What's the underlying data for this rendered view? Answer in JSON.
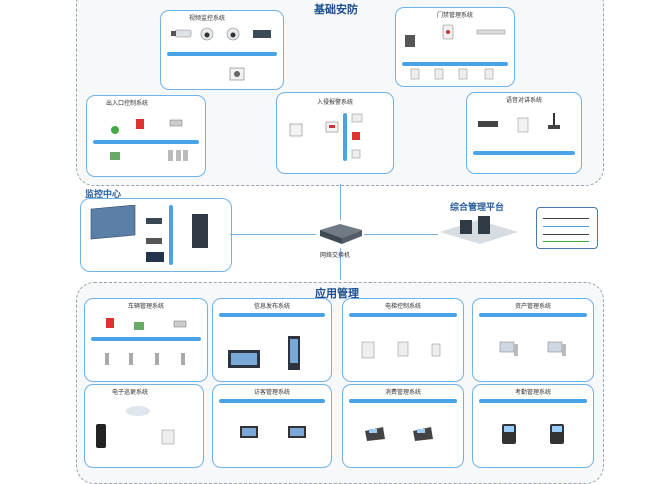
{
  "groups": {
    "security": {
      "title": "基础安防"
    },
    "application": {
      "title": "应用管理"
    }
  },
  "middle": {
    "monitor_center": "监控中心",
    "platform": "综合管理平台",
    "switch_label": "网络交换机"
  },
  "boxes": {
    "video": {
      "title": "视频监控系统"
    },
    "door": {
      "title": "门禁管理系统"
    },
    "entrance": {
      "title": "出入口控制系统"
    },
    "alarm": {
      "title": "入侵报警系统"
    },
    "audio": {
      "title": "语音对讲系统"
    },
    "vehicle": {
      "title": "车辆管理系统"
    },
    "info": {
      "title": "信息发布系统"
    },
    "elevator": {
      "title": "电梯控制系统"
    },
    "asset": {
      "title": "资产管理系统"
    },
    "patrol": {
      "title": "电子巡更系统"
    },
    "visitor": {
      "title": "访客管理系统"
    },
    "consume": {
      "title": "消费管理系统"
    },
    "attendance": {
      "title": "考勤管理系统"
    }
  },
  "icons": {
    "camera": "camera-icon",
    "server": "server-icon",
    "switch": "network-switch-icon",
    "monitor": "monitor-icon",
    "card_reader": "card-reader-icon",
    "terminal": "terminal-icon"
  },
  "colors": {
    "accent": "#4aa3e6",
    "title": "#1c4f8f",
    "group_border": "#9aa3ad"
  }
}
